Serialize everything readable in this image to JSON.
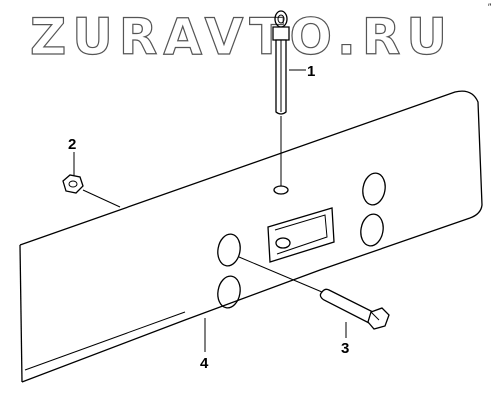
{
  "watermark": "ZURAVTO.RU",
  "corner_mark": "″",
  "callouts": {
    "c1": "1",
    "c2": "2",
    "c3": "3",
    "c4": "4"
  }
}
